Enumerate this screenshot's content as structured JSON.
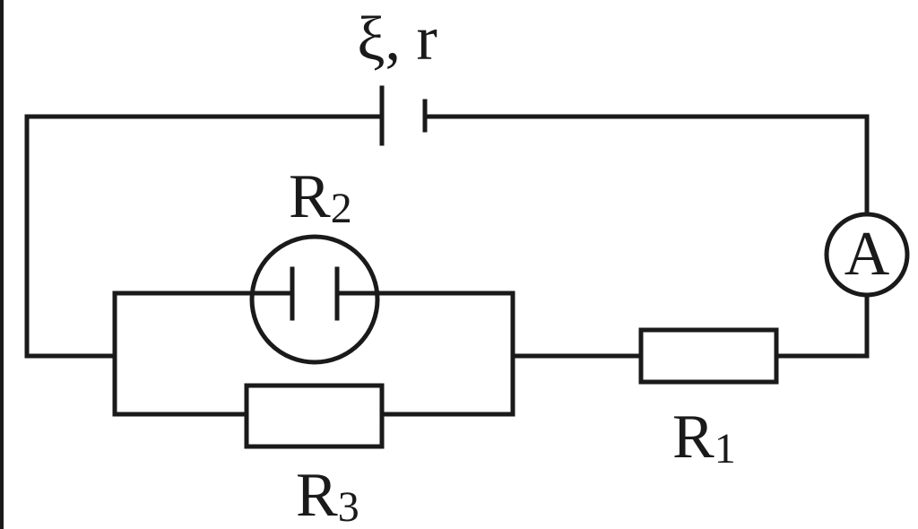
{
  "labels": {
    "source": "ξ, r",
    "r1": {
      "main": "R",
      "sub": "1"
    },
    "r2": {
      "main": "R",
      "sub": "2"
    },
    "r3": {
      "main": "R",
      "sub": "3"
    },
    "ammeter": "A"
  }
}
